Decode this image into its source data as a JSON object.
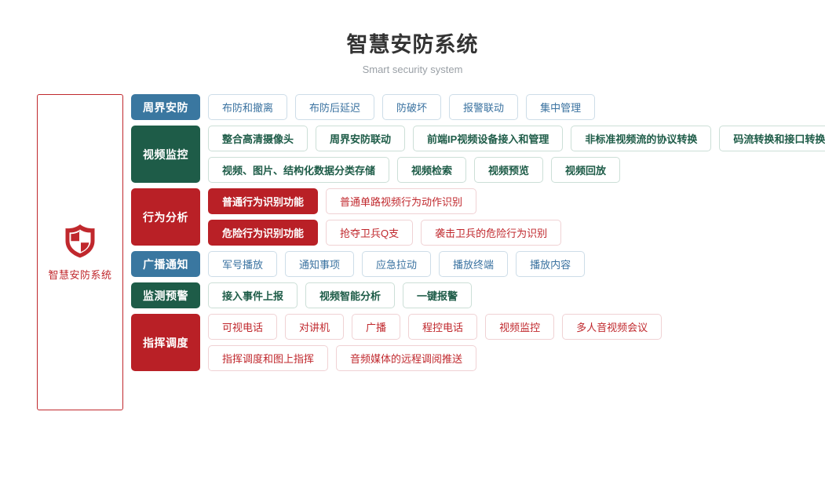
{
  "header": {
    "title": "智慧安防系统",
    "subtitle": "Smart security system"
  },
  "brand": {
    "icon": "shield-icon",
    "label": "智慧安防系统",
    "color": "#c0282d"
  },
  "colors": {
    "blue": "#3a77a0",
    "green": "#1e5c48",
    "red": "#b92026",
    "title": "#333333",
    "subtitle": "#9aa0a6"
  },
  "categories": [
    {
      "name": "周界安防",
      "theme": "blue",
      "lines": [
        [
          {
            "label": "布防和撤离",
            "solid": false
          },
          {
            "label": "布防后延迟",
            "solid": false
          },
          {
            "label": "防破坏",
            "solid": false
          },
          {
            "label": "报警联动",
            "solid": false
          },
          {
            "label": "集中管理",
            "solid": false
          }
        ]
      ]
    },
    {
      "name": "视频监控",
      "theme": "green",
      "lines": [
        [
          {
            "label": "整合高清摄像头",
            "solid": false
          },
          {
            "label": "周界安防联动",
            "solid": false
          },
          {
            "label": "前端IP视频设备接入和管理",
            "solid": false
          },
          {
            "label": "非标准视频流的协议转换",
            "solid": false
          },
          {
            "label": "码流转换和接口转换",
            "solid": false
          }
        ],
        [
          {
            "label": "视频、图片、结构化数据分类存储",
            "solid": false
          },
          {
            "label": "视频检索",
            "solid": false
          },
          {
            "label": "视频预览",
            "solid": false
          },
          {
            "label": "视频回放",
            "solid": false
          }
        ]
      ]
    },
    {
      "name": "行为分析",
      "theme": "red",
      "lines": [
        [
          {
            "label": "普通行为识别功能",
            "solid": true
          },
          {
            "label": "普通单路视频行为动作识别",
            "solid": false
          }
        ],
        [
          {
            "label": "危险行为识别功能",
            "solid": true
          },
          {
            "label": "抢夺卫兵Q支",
            "solid": false
          },
          {
            "label": "袭击卫兵的危险行为识别",
            "solid": false
          }
        ]
      ]
    },
    {
      "name": "广播通知",
      "theme": "blue",
      "lines": [
        [
          {
            "label": "军号播放",
            "solid": false
          },
          {
            "label": "通知事项",
            "solid": false
          },
          {
            "label": "应急拉动",
            "solid": false
          },
          {
            "label": "播放终端",
            "solid": false
          },
          {
            "label": "播放内容",
            "solid": false
          }
        ]
      ]
    },
    {
      "name": "监测预警",
      "theme": "green",
      "lines": [
        [
          {
            "label": "接入事件上报",
            "solid": false
          },
          {
            "label": "视频智能分析",
            "solid": false
          },
          {
            "label": "一键报警",
            "solid": false
          }
        ]
      ]
    },
    {
      "name": "指挥调度",
      "theme": "red",
      "lines": [
        [
          {
            "label": "可视电话",
            "solid": false
          },
          {
            "label": "对讲机",
            "solid": false
          },
          {
            "label": "广播",
            "solid": false
          },
          {
            "label": "程控电话",
            "solid": false
          },
          {
            "label": "视频监控",
            "solid": false
          },
          {
            "label": "多人音视频会议",
            "solid": false
          }
        ],
        [
          {
            "label": "指挥调度和图上指挥",
            "solid": false
          },
          {
            "label": "音频媒体的远程调阅推送",
            "solid": false
          }
        ]
      ]
    }
  ]
}
